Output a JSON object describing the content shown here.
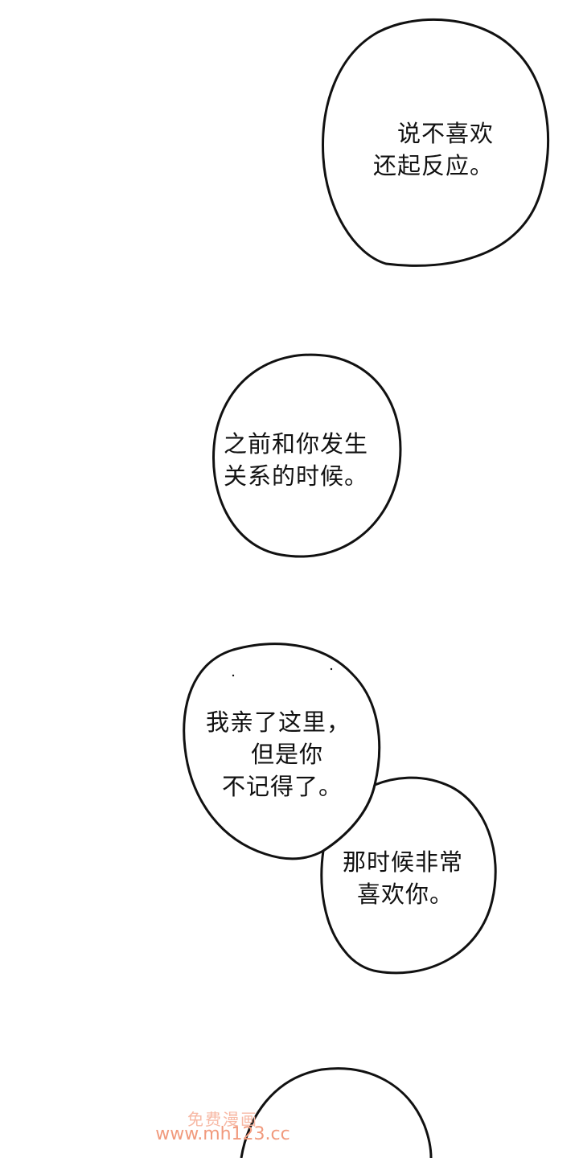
{
  "page": {
    "background": "#ffffff",
    "ink_color": "#111111"
  },
  "bubbles": [
    {
      "lines": [
        "说不喜欢",
        "还起反应。"
      ]
    },
    {
      "lines": [
        "之前和你发生",
        "关系的时候。"
      ]
    },
    {
      "lines": [
        "我亲了这里，",
        "但是你",
        "不记得了。"
      ]
    },
    {
      "lines": [
        "那时候非常",
        "喜欢你。"
      ]
    }
  ],
  "watermark": {
    "title": "免费漫画",
    "url": "www.mh123.cc",
    "color_title": "#f7b8a4",
    "color_url": "#f19a7d"
  }
}
